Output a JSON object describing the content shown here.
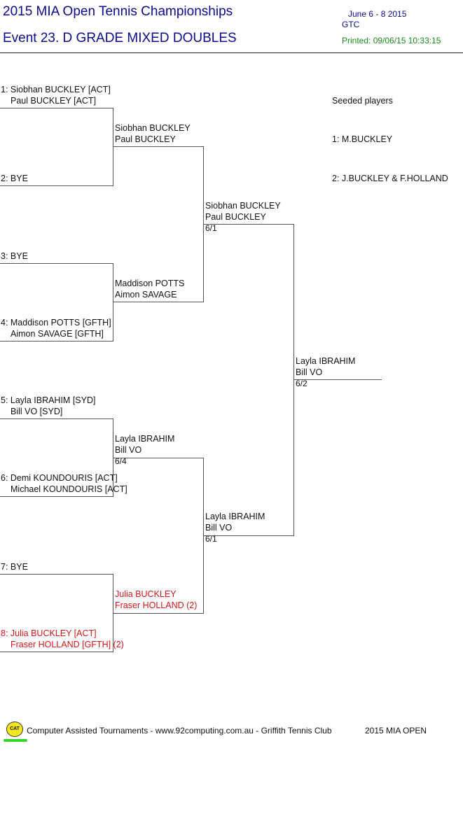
{
  "header": {
    "title": "2015 MIA Open Tennis Championships",
    "event": "Event 23. D GRADE MIXED DOUBLES",
    "dates": "June 6 - 8  2015",
    "venue": "GTC",
    "printed": "Printed: 09/06/15 10:33:15"
  },
  "seeds": {
    "heading": "Seeded players",
    "items": [
      "1: M.BUCKLEY",
      "2: J.BUCKLEY & F.HOLLAND"
    ]
  },
  "round1": [
    {
      "line1": "1: Siobhan BUCKLEY [ACT]",
      "line2": "Paul BUCKLEY [ACT]"
    },
    {
      "line1": "2: BYE",
      "line2": ""
    },
    {
      "line1": "3: BYE",
      "line2": ""
    },
    {
      "line1": "4: Maddison POTTS [GFTH]",
      "line2": "Aimon SAVAGE [GFTH]"
    },
    {
      "line1": "5: Layla IBRAHIM [SYD]",
      "line2": "Bill VO [SYD]"
    },
    {
      "line1": "6: Demi KOUNDOURIS [ACT]",
      "line2": "Michael KOUNDOURIS [ACT]"
    },
    {
      "line1": "7: BYE",
      "line2": ""
    },
    {
      "line1": "8: Julia BUCKLEY [ACT]",
      "line2": "Fraser HOLLAND [GFTH] (2)"
    }
  ],
  "round2": [
    {
      "line1": "Siobhan BUCKLEY",
      "line2": "Paul BUCKLEY",
      "score": ""
    },
    {
      "line1": "Maddison POTTS",
      "line2": "Aimon SAVAGE",
      "score": ""
    },
    {
      "line1": "Layla IBRAHIM",
      "line2": "Bill VO",
      "score": "6/4"
    },
    {
      "line1": "Julia BUCKLEY",
      "line2": "Fraser HOLLAND (2)",
      "score": ""
    }
  ],
  "round3": [
    {
      "line1": "Siobhan BUCKLEY",
      "line2": "Paul BUCKLEY",
      "score": "6/1"
    },
    {
      "line1": "Layla IBRAHIM",
      "line2": "Bill VO",
      "score": "6/1"
    }
  ],
  "final": {
    "line1": "Layla IBRAHIM",
    "line2": "Bill VO",
    "score": "6/2"
  },
  "footer": {
    "logo_text": "CAT",
    "text": "Computer Assisted Tournaments - www.92computing.com.au -  Griffith Tennis Club",
    "right": "2015 MIA OPEN"
  },
  "colors": {
    "title": "#0a0a8c",
    "printed": "#1a8a1a",
    "seeded_highlight": "#d01818",
    "logo": "#f4e81a",
    "logo_underline": "#39d12b"
  }
}
